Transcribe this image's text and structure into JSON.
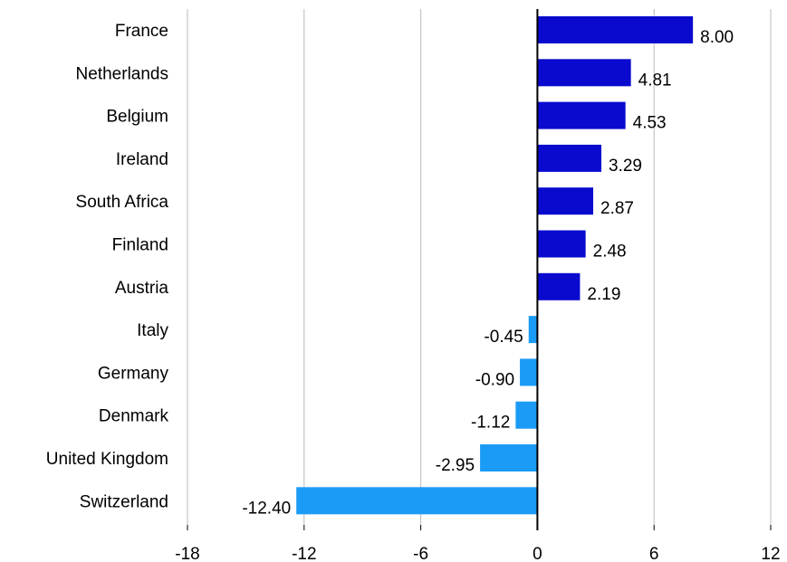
{
  "chart_data": {
    "type": "bar",
    "orientation": "horizontal",
    "categories": [
      "France",
      "Netherlands",
      "Belgium",
      "Ireland",
      "South Africa",
      "Finland",
      "Austria",
      "Italy",
      "Germany",
      "Denmark",
      "United Kingdom",
      "Switzerland"
    ],
    "values": [
      8.0,
      4.81,
      4.53,
      3.29,
      2.87,
      2.48,
      2.19,
      -0.45,
      -0.9,
      -1.12,
      -2.95,
      -12.4
    ],
    "value_labels": [
      "8.00",
      "4.81",
      "4.53",
      "3.29",
      "2.87",
      "2.48",
      "2.19",
      "-0.45",
      "-0.90",
      "-1.12",
      "-2.95",
      "-12.40"
    ],
    "xlim": [
      -18,
      12
    ],
    "xticks": [
      -18,
      -12,
      -6,
      0,
      6,
      12
    ],
    "tick_labels": [
      "-18",
      "-12",
      "-6",
      "0",
      "6",
      "12"
    ],
    "grid": "vertical",
    "colors": {
      "positive": "#0A0ACF",
      "negative": "#1A9BF5",
      "grid": "#BBBBBB",
      "zero_line": "#000000"
    }
  }
}
